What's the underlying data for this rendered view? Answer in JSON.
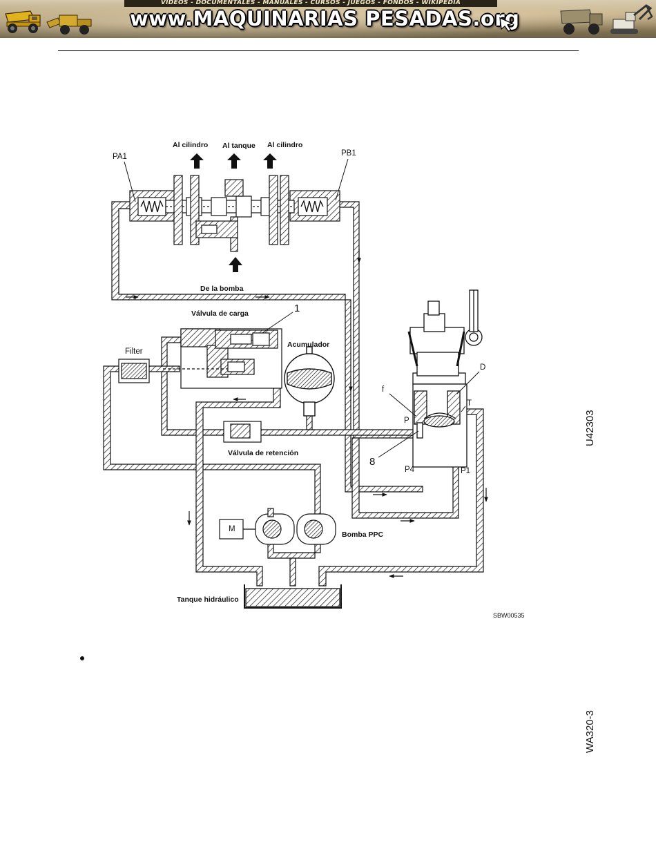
{
  "banner": {
    "menu_text": "VIDEOS - DOCUMENTALES - MANUALES - CURSOS - JUEGOS - FONDOS - WIKIPEDIA",
    "brand_text": "www.MAQUINARIAS PESADAS.org"
  },
  "diagram": {
    "labels": {
      "al_cilindro_left": "Al cilindro",
      "al_tanque": "Al tanque",
      "al_cilindro_right": "Al cilindro",
      "pa1": "PA1",
      "pb1": "PB1",
      "de_la_bomba": "De la bomba",
      "valvula_de_carga": "Válvula de carga",
      "num_1": "1",
      "acumulador": "Acumulador",
      "filter": "Filter",
      "valvula_de_retencion": "Válvula de retención",
      "num_8": "8",
      "f": "f",
      "d": "D",
      "p": "P",
      "t": "T",
      "p4": "P4",
      "p1": "P1",
      "m": "M",
      "bomba_ppc": "Bomba PPC",
      "tanque_hidraulico": "Tanque hidráulico",
      "figure_code": "SBW00535"
    }
  },
  "side": {
    "figure_id": "U42303",
    "model": "WA320-3"
  }
}
